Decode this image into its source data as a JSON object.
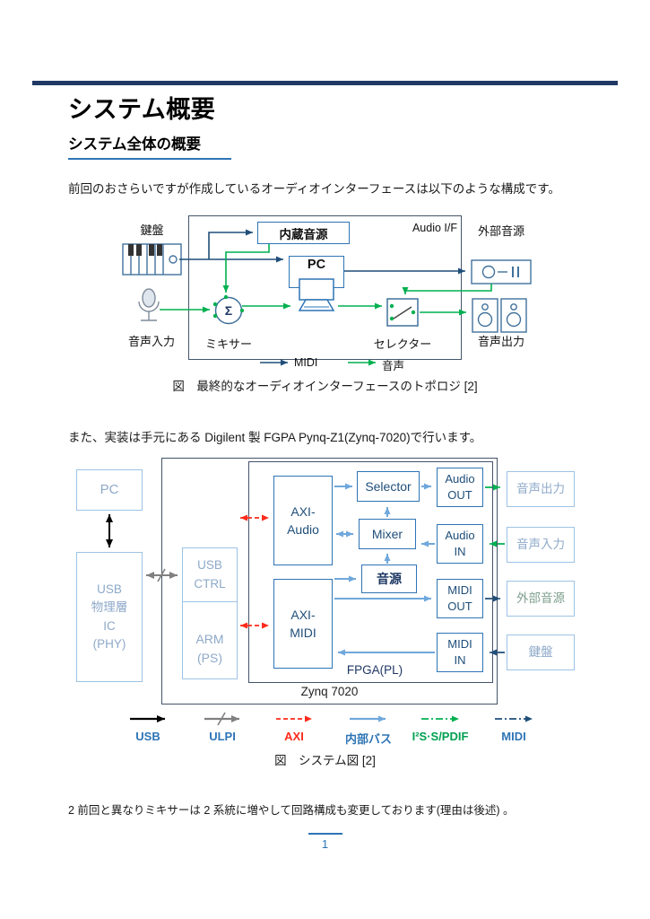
{
  "page": {
    "title": "システム概要",
    "subtitle": "システム全体の概要",
    "intro1": "前回のおさらいですが作成しているオーディオインターフェースは以下のような構成です。",
    "intro2": "また、実装は手元にある Digilent 製 FGPA Pynq-Z1(Zynq-7020)で行います。",
    "footnote": "2 前回と異なりミキサーは 2 系統に増やして回路構成も変更しております(理由は後述) 。",
    "page_number": "1"
  },
  "diagram1": {
    "caption": "図　最終的なオーディオインターフェースのトポロジ [2]",
    "internal_source": "内蔵音源",
    "audio_if": "Audio I/F",
    "external_source": "外部音源",
    "keyboard": "鍵盤",
    "pc": "PC",
    "audio_input": "音声入力",
    "mixer": "ミキサー",
    "selector": "セレクター",
    "audio_output": "音声出力",
    "sigma": "Σ",
    "legend": {
      "midi": "MIDI",
      "audio": "音声"
    }
  },
  "diagram2": {
    "caption": "図　システム図 [2]",
    "zynq": "Zynq 7020",
    "fpga": "FPGA(PL)",
    "pc": "PC",
    "usb_phy": {
      "lines": [
        "USB",
        "物理層",
        "IC",
        "(PHY)"
      ]
    },
    "usb_ctrl": {
      "lines": [
        "USB",
        "CTRL"
      ]
    },
    "arm_ps": {
      "lines": [
        "ARM",
        "(PS)"
      ]
    },
    "axi_audio": {
      "lines": [
        "AXI-",
        "Audio"
      ]
    },
    "axi_midi": {
      "lines": [
        "AXI-",
        "MIDI"
      ]
    },
    "selector": "Selector",
    "mixer": "Mixer",
    "source": "音源",
    "audio_out": {
      "lines": [
        "Audio",
        "OUT"
      ]
    },
    "audio_in": {
      "lines": [
        "Audio",
        "IN"
      ]
    },
    "midi_out": {
      "lines": [
        "MIDI",
        "OUT"
      ]
    },
    "midi_in": {
      "lines": [
        "MIDI",
        "IN"
      ]
    },
    "ext": {
      "audio_out": "音声出力",
      "audio_in": "音声入力",
      "source": "外部音源",
      "keyboard": "鍵盤"
    },
    "legend": [
      {
        "label": "USB"
      },
      {
        "label": "ULPI"
      },
      {
        "label": "AXI"
      },
      {
        "label": "内部バス"
      },
      {
        "label": "I²S·S/PDIF"
      },
      {
        "label": "MIDI"
      }
    ]
  },
  "colors": {
    "top_rule": "#1f3864",
    "accent": "#2e74b5",
    "midi_navy": "#1f4e79",
    "audio_green": "#00b050",
    "axi_red": "#ff0000",
    "internal_bus_blue": "#6fa8dc",
    "ulpi_gray": "#808080",
    "usb_black": "#000000",
    "light_border": "#9dc3e6",
    "muted_text": "#8ea9c9"
  }
}
